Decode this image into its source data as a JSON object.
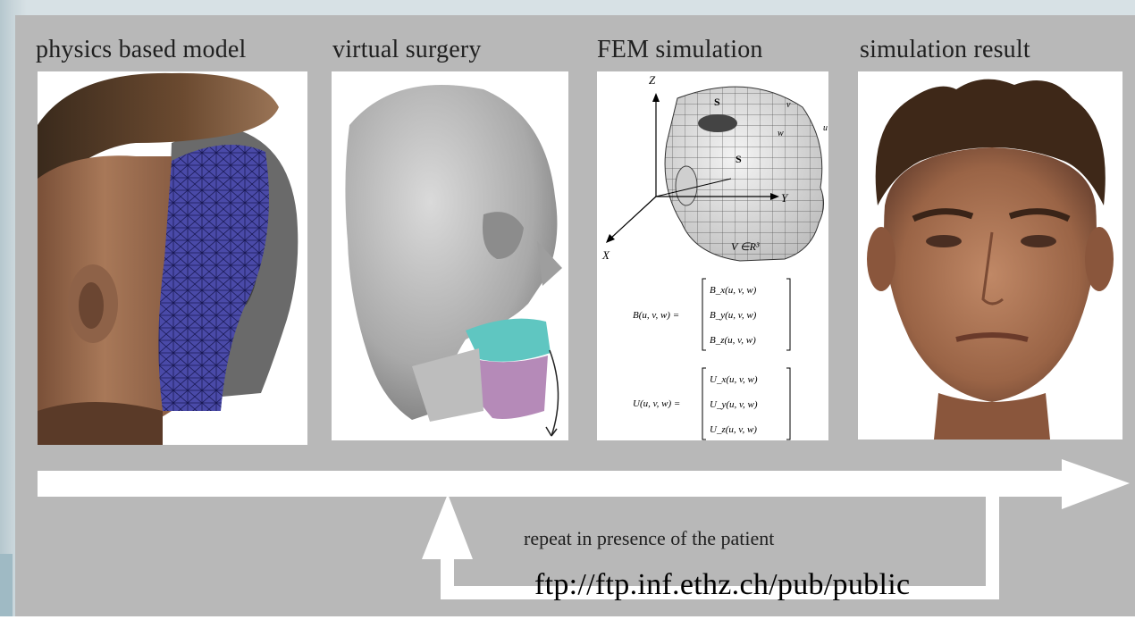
{
  "stages": [
    {
      "label": "physics based model"
    },
    {
      "label": "virtual surgery"
    },
    {
      "label": "FEM simulation"
    },
    {
      "label": "simulation result"
    }
  ],
  "fem": {
    "axis_z": "Z",
    "axis_y": "Y",
    "axis_x": "X",
    "u": "u",
    "v": "v",
    "w": "w",
    "s_omega": "S",
    "s_q": "S",
    "omega_label": "V ∈R³",
    "eq_b_lhs": "B(u, v, w) =",
    "eq_b_rows": [
      "B_x(u, v, w)",
      "B_y(u, v, w)",
      "B_z(u, v, w)"
    ],
    "eq_u_lhs": "U(u, v, w) =",
    "eq_u_rows": [
      "U_x(u, v, w)",
      "U_y(u, v, w)",
      "U_z(u, v, w)"
    ]
  },
  "loop_text": "repeat in presence of the patient",
  "source_url": "ftp://ftp.inf.ethz.ch/pub/public"
}
